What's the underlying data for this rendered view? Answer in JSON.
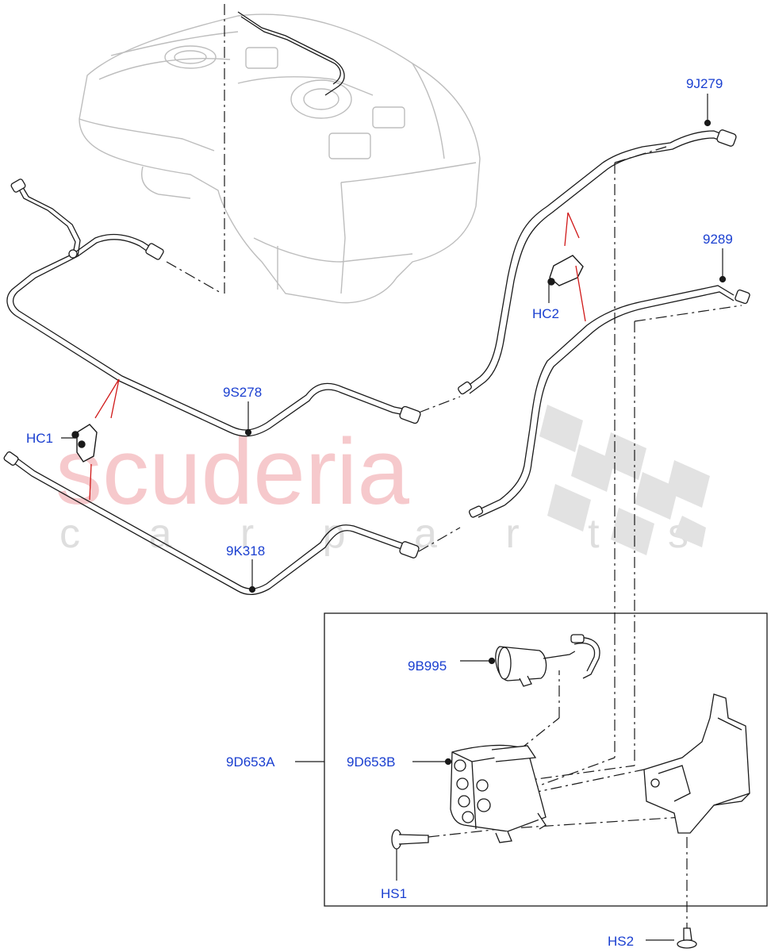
{
  "watermark": {
    "main": "scuderia",
    "sub": "c a r p a r t s"
  },
  "callouts": {
    "c_9j279": "9J279",
    "c_9289": "9289",
    "c_hc2": "HC2",
    "c_9s278": "9S278",
    "c_hc1": "HC1",
    "c_9k318": "9K318",
    "c_9b995": "9B995",
    "c_9d653a": "9D653A",
    "c_9d653b": "9D653B",
    "c_hs1": "HS1",
    "c_hs2": "HS2"
  },
  "colors": {
    "callout_text": "#1a3fd0",
    "line": "#1a1a1a",
    "tank_outline": "#bdbdbd",
    "watermark_red": "#f6c9cc",
    "watermark_grey": "#dedede"
  }
}
